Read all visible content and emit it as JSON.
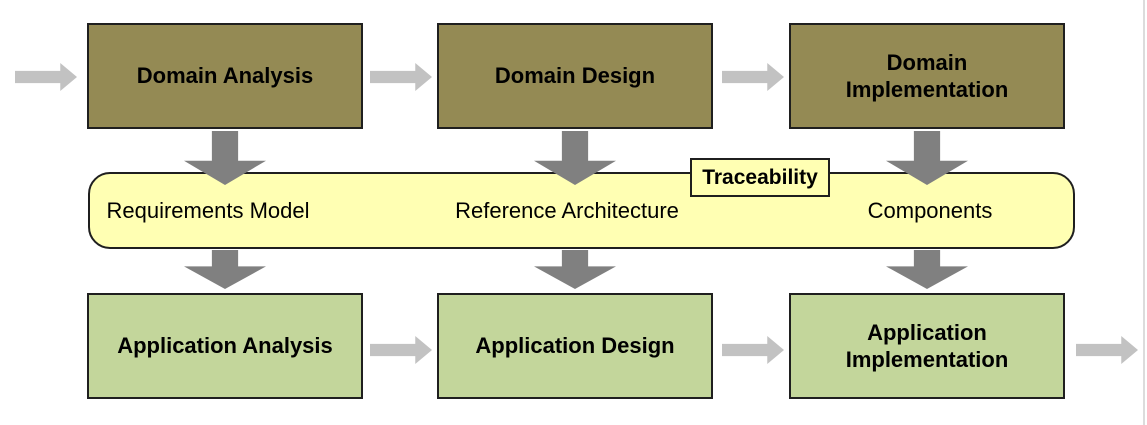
{
  "top_row": {
    "boxes": [
      {
        "label": "Domain Analysis"
      },
      {
        "label": "Domain Design"
      },
      {
        "label": "Domain\nImplementation"
      }
    ]
  },
  "middle_band": {
    "tag": "Traceability",
    "items": [
      {
        "label": "Requirements Model"
      },
      {
        "label": "Reference Architecture"
      },
      {
        "label": "Components"
      }
    ]
  },
  "bottom_row": {
    "boxes": [
      {
        "label": "Application Analysis"
      },
      {
        "label": "Application Design"
      },
      {
        "label": "Application\nImplementation"
      }
    ]
  },
  "colors": {
    "domain_box": "#948A54",
    "application_box": "#C3D69B",
    "band": "#FFFFB3",
    "horizontal_arrow": "#C2C2C2",
    "vertical_arrow": "#808080",
    "border": "#1F1F1F"
  }
}
